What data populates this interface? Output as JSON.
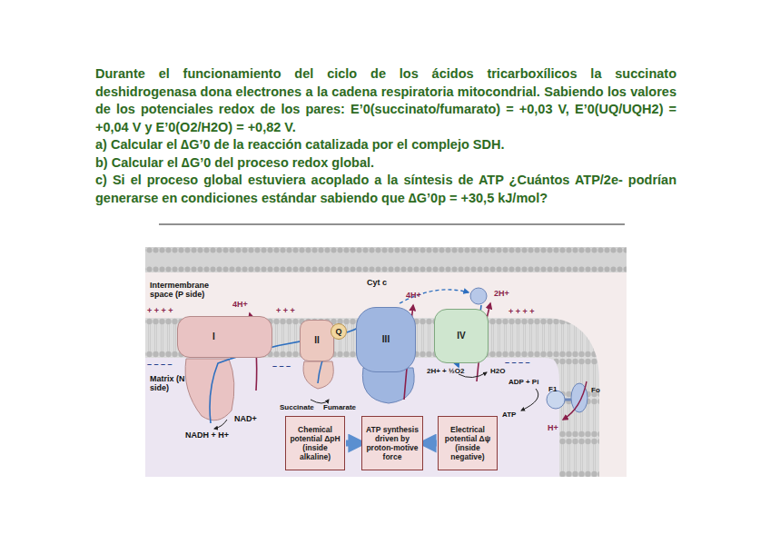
{
  "diagram": {
    "title": "Durante el funcionamiento del ciclo de los ácidos tricarboxílicos la succinato deshidrogenasa dona electrones a la cadena respiratoria mitocondrial. Sabiendo los valores de los potenciales redox de los pares: E’0(succinato/fumarato) = +0,03 V, E’0(UQ/UQH2) = +0,04 V y E’0(O2/H2O) = +0,82 V.",
    "nodes": [
      {
        "text": [
          "I"
        ]
      },
      {
        "text": [
          "II"
        ]
      },
      {
        "text": [
          "Q"
        ]
      },
      {
        "text": [
          "III"
        ]
      },
      {
        "text": [
          "IV"
        ]
      },
      {
        "text": [
          "Chemical potential ΔpH (inside alkaline)"
        ]
      },
      {
        "text": [
          "ATP synthesis driven by proton-motive force"
        ]
      },
      {
        "text": [
          "Electrical potential Δψ (inside negative)"
        ]
      }
    ],
    "edges": [
      {
        "from": 5,
        "to": 6,
        "arrow": "to"
      },
      {
        "from": 7,
        "to": 6,
        "arrow": "to"
      }
    ],
    "labels": [
      "a) Calcular el ∆G’0 de la reacción catalizada por el complejo SDH.",
      "b) Calcular el ∆G’0 del proceso redox global.",
      "c) Si el proceso global estuviera acoplado a la síntesis de ATP ¿Cuántos ATP/2e- podrían generarse en condiciones estándar sabiendo que ∆G’0p = +30,5 kJ/mol?",
      "Intermembrane space (P side)",
      "Matrix (N side)",
      "4H+",
      "4H+",
      "2H+",
      "Cyt c",
      "NADH + H+",
      "NAD+",
      "Succinate",
      "Fumarate",
      "2H+ + ½O2",
      "H2O",
      "ADP + Pi",
      "ATP",
      "H+",
      "Fo",
      "F1",
      "+ + + +",
      "+ + +",
      "+ + + +",
      "– – – –",
      "– – –",
      "– – – –"
    ]
  }
}
